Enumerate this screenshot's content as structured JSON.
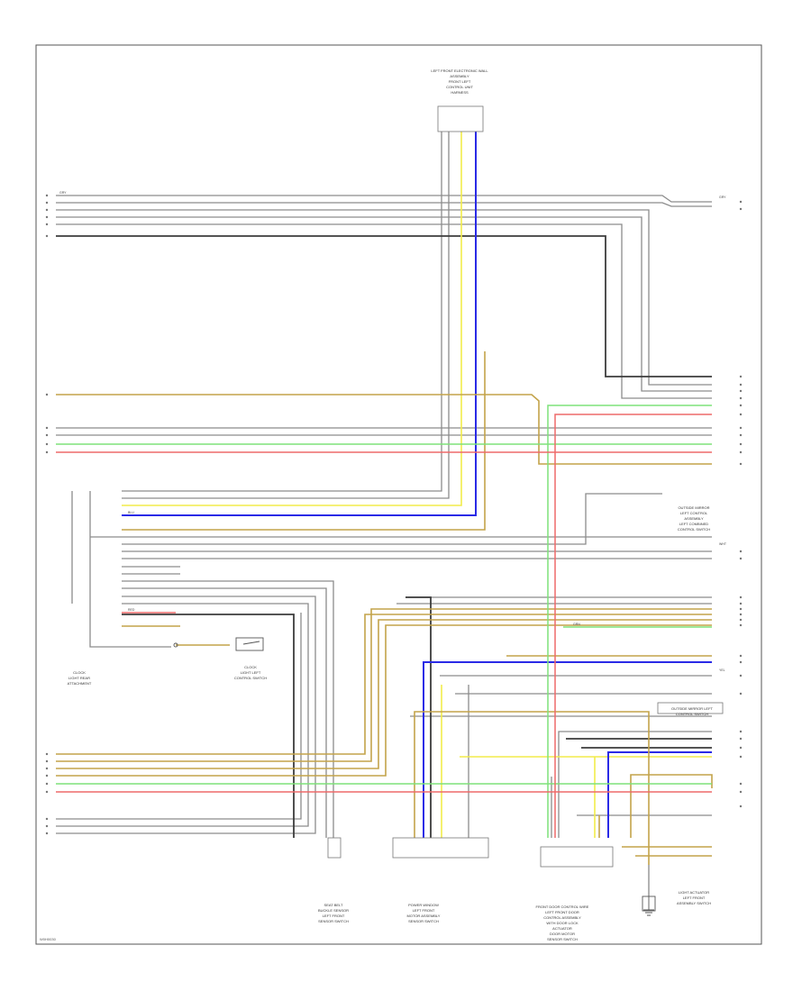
{
  "footer_code": "W0H0030",
  "colors": {
    "gray": "#8c8c8c",
    "dark": "#3c3c3c",
    "yellow": "#f2ec4a",
    "blue": "#2a2ae6",
    "tan": "#c3a34a",
    "green": "#7ee27a",
    "red": "#ee6a6a",
    "light": "#cfcfcf"
  },
  "components": [
    {
      "id": "top",
      "lines": [
        "LEFT FRONT ELECTRONIC WALL",
        "ASSEMBLY",
        "FRONT LEFT",
        "CONTROL UNIT",
        "HARNESS"
      ]
    },
    {
      "id": "left",
      "lines": [
        "CLOCK",
        "LIGHT REAR",
        "ATTACHMENT"
      ]
    },
    {
      "id": "leftsw",
      "lines": [
        "CLOCK",
        "LIGHT LEFT",
        "CONTROL SWITCH"
      ]
    },
    {
      "id": "right",
      "lines": [
        "OUTSIDE MIRROR",
        "LEFT CONTROL",
        "ASSEMBLY",
        "LEFT COMBINED",
        "CONTROL SWITCH"
      ]
    },
    {
      "id": "rmid",
      "lines": [
        "OUTSIDE MIRROR LEFT",
        "CONTROL SWITCH"
      ]
    },
    {
      "id": "b1",
      "lines": [
        "SEAT BELT",
        "BUCKLE SENSOR",
        "LEFT FRONT",
        "SENSOR SWITCH"
      ]
    },
    {
      "id": "b2",
      "lines": [
        "POWER WINDOW",
        "LEFT FRONT",
        "MOTOR ASSEMBLY",
        "SENSOR SWITCH"
      ]
    },
    {
      "id": "b3",
      "lines": [
        "FRONT DOOR CONTROL WIRE",
        "LEFT FRONT DOOR",
        "CONTROL ASSEMBLY",
        "WITH DOOR LOCK",
        "ACTUATOR",
        "DOOR MOTOR",
        "SENSOR SWITCH"
      ]
    },
    {
      "id": "b4",
      "lines": [
        "LIGHT ACTUATOR",
        "LEFT FRONT",
        "ASSEMBLY SWITCH"
      ]
    }
  ],
  "wire_tags": [
    {
      "id": "t1",
      "text": "GRY"
    },
    {
      "id": "t2",
      "text": "BLU"
    },
    {
      "id": "t3",
      "text": "WHT"
    },
    {
      "id": "t4",
      "text": "YEL"
    },
    {
      "id": "t5",
      "text": "GRN"
    },
    {
      "id": "t6",
      "text": "RED"
    }
  ]
}
